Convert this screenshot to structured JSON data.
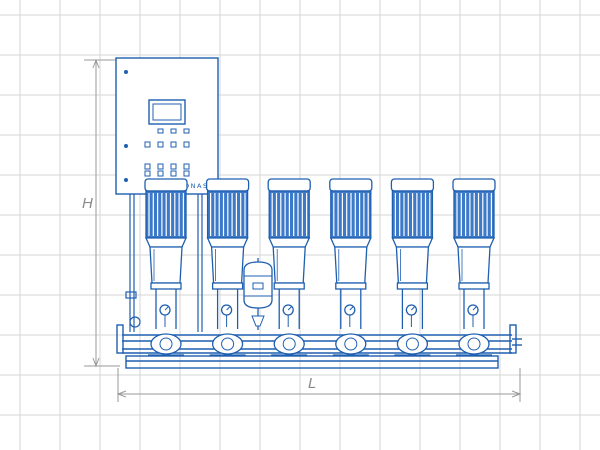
{
  "diagram": {
    "brand_label": "CRONAS",
    "height_label": "H",
    "length_label": "L",
    "pump_count": 6,
    "colors": {
      "line": "#1f5fb0",
      "motor_fill": "#3d79c9",
      "grid": "#d6d6d6",
      "dimension": "#9a9a9a",
      "background": "#ffffff"
    },
    "icons": {
      "control_cabinet": "control-panel",
      "pump": "vertical-multistage-pump",
      "gauge": "pressure-gauge",
      "tank": "expansion-tank"
    }
  }
}
